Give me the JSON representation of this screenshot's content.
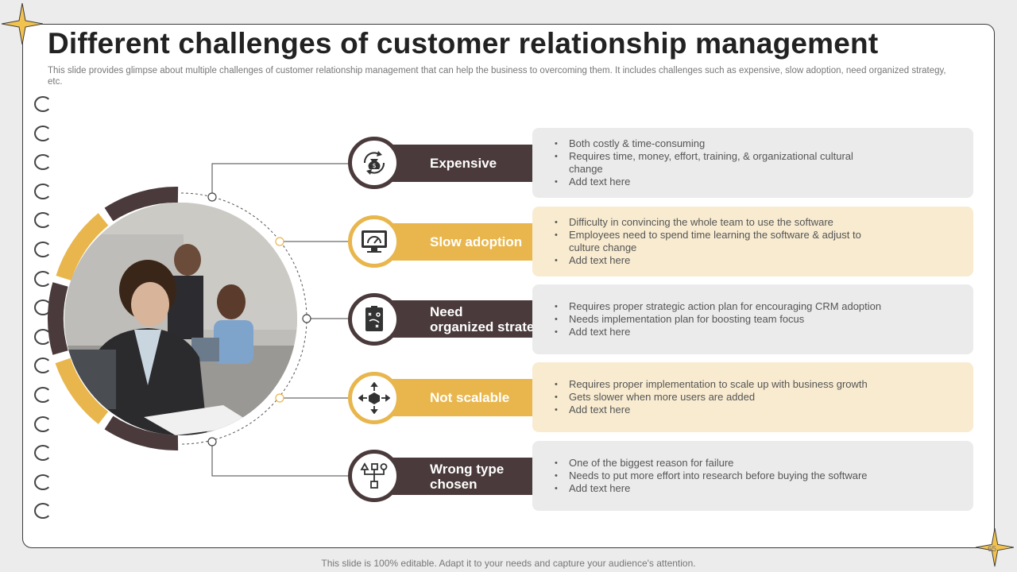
{
  "title": "Different challenges of customer relationship management",
  "subtitle": "This slide provides glimpse about multiple challenges of customer relationship management that can help the business to overcoming them. It includes challenges such as expensive, slow adoption, need organized strategy, etc.",
  "footer": "This slide is 100% editable. Adapt it to your needs and capture your audience's attention.",
  "page_number": "65",
  "colors": {
    "dark": "#4a3a3b",
    "gold": "#e8b64c",
    "grey_box": "#ebebeb",
    "cream_box": "#f8ebd0"
  },
  "challenges": [
    {
      "label": "Expensive",
      "icon": "money-bag-cycle-icon",
      "bullets": [
        "Both costly & time-consuming",
        "Requires time, money, effort, training, & organizational cultural change",
        "Add text here"
      ]
    },
    {
      "label": "Slow adoption",
      "icon": "monitor-gauge-icon",
      "bullets": [
        "Difficulty in convincing the whole team to use the software",
        "Employees need to spend time learning the software & adjust to culture change",
        "Add text here"
      ]
    },
    {
      "label_line1": "Need",
      "label_line2": "organized strategy",
      "icon": "strategy-board-icon",
      "bullets": [
        "Requires proper strategic action plan for encouraging CRM adoption",
        "Needs implementation plan for boosting team focus",
        "Add text here"
      ]
    },
    {
      "label": "Not scalable",
      "icon": "box-expand-arrows-icon",
      "bullets": [
        "Requires proper implementation to scale up with business growth",
        "Gets slower when more users are added",
        "Add text here"
      ]
    },
    {
      "label": "Wrong type chosen",
      "icon": "flowchart-icon",
      "bullets": [
        "One of the biggest reason for failure",
        "Needs to put more effort into research before buying the software",
        "Add text here"
      ]
    }
  ]
}
